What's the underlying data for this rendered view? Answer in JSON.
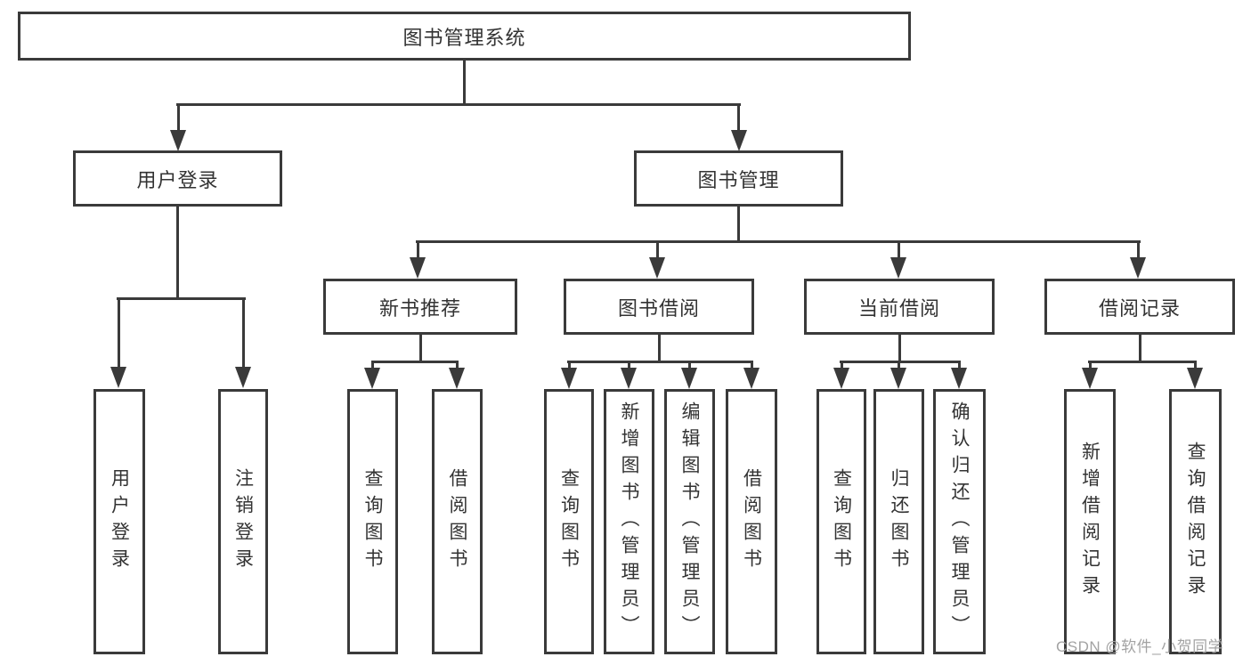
{
  "diagram": {
    "type": "hierarchy-tree",
    "tree": {
      "label": "图书管理系统",
      "children": [
        {
          "label": "用户登录",
          "children": [
            {
              "label": "用户登录"
            },
            {
              "label": "注销登录"
            }
          ]
        },
        {
          "label": "图书管理",
          "children": [
            {
              "label": "新书推荐",
              "children": [
                {
                  "label": "查询图书"
                },
                {
                  "label": "借阅图书"
                }
              ]
            },
            {
              "label": "图书借阅",
              "children": [
                {
                  "label": "查询图书"
                },
                {
                  "label": "新增图书（管理员）"
                },
                {
                  "label": "编辑图书（管理员）"
                },
                {
                  "label": "借阅图书"
                }
              ]
            },
            {
              "label": "当前借阅",
              "children": [
                {
                  "label": "查询图书"
                },
                {
                  "label": "归还图书"
                },
                {
                  "label": "确认归还（管理员）"
                }
              ]
            },
            {
              "label": "借阅记录",
              "children": [
                {
                  "label": "新增借阅记录"
                },
                {
                  "label": "查询借阅记录"
                }
              ]
            }
          ]
        }
      ]
    },
    "watermark": "CSDN @软件_小贺同学",
    "colors": {
      "line": "#3a3a3a",
      "text": "#333333",
      "watermark": "#a3a3a3",
      "background": "#ffffff"
    }
  }
}
